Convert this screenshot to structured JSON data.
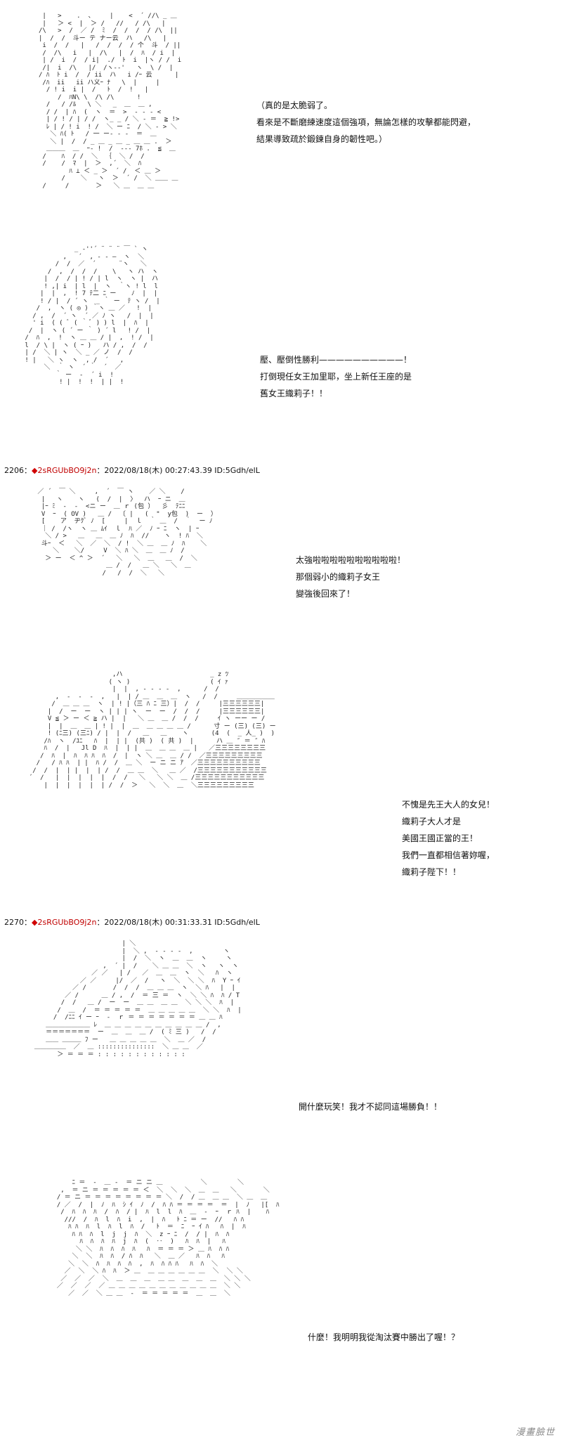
{
  "panels": [
    {
      "lines": [
        "（真的是太脆弱了。",
        "看來是不斷磨練速度這個強項，無論怎樣的攻擊都能閃避，",
        "結果導致疏於鍛鍊自身的韌性吧。）"
      ]
    },
    {
      "lines": [
        "壓、壓倒性勝利——————————！",
        "打倒現任女王加里耶，坐上新任王座的是",
        "舊女王織莉子！！"
      ]
    },
    {
      "lines": [
        "太強啦啦啦啦啦啦啦啦啦啦！",
        "那個弱小的織莉子女王",
        "變強後回來了！"
      ]
    },
    {
      "lines": [
        "不愧是先王大人的女兒！",
        "織莉子大人才是",
        "美國王國正當的王！",
        "我們一直都相信著妳喔，",
        "織莉子陛下！！"
      ]
    },
    {
      "lines": [
        "開什麼玩笑！我才不認同這場勝負！！"
      ]
    },
    {
      "lines": [
        "什麼！我明明我從淘汰賽中勝出了喔！？"
      ]
    }
  ],
  "posts": [
    {
      "number": "2206",
      "sep": "：",
      "diamond": "◆",
      "trip": "2sRGUbBO9j2n",
      "meta": "：2022/08/18(木) 00:27:43.39 ID:5Gdh/elL"
    },
    {
      "number": "2270",
      "sep": "：",
      "diamond": "◆",
      "trip": "2sRGUbBO9j2n",
      "meta": "：2022/08/18(木) 00:31:33.31 ID:5Gdh/elL"
    }
  ],
  "watermark": "漫畫臉世"
}
